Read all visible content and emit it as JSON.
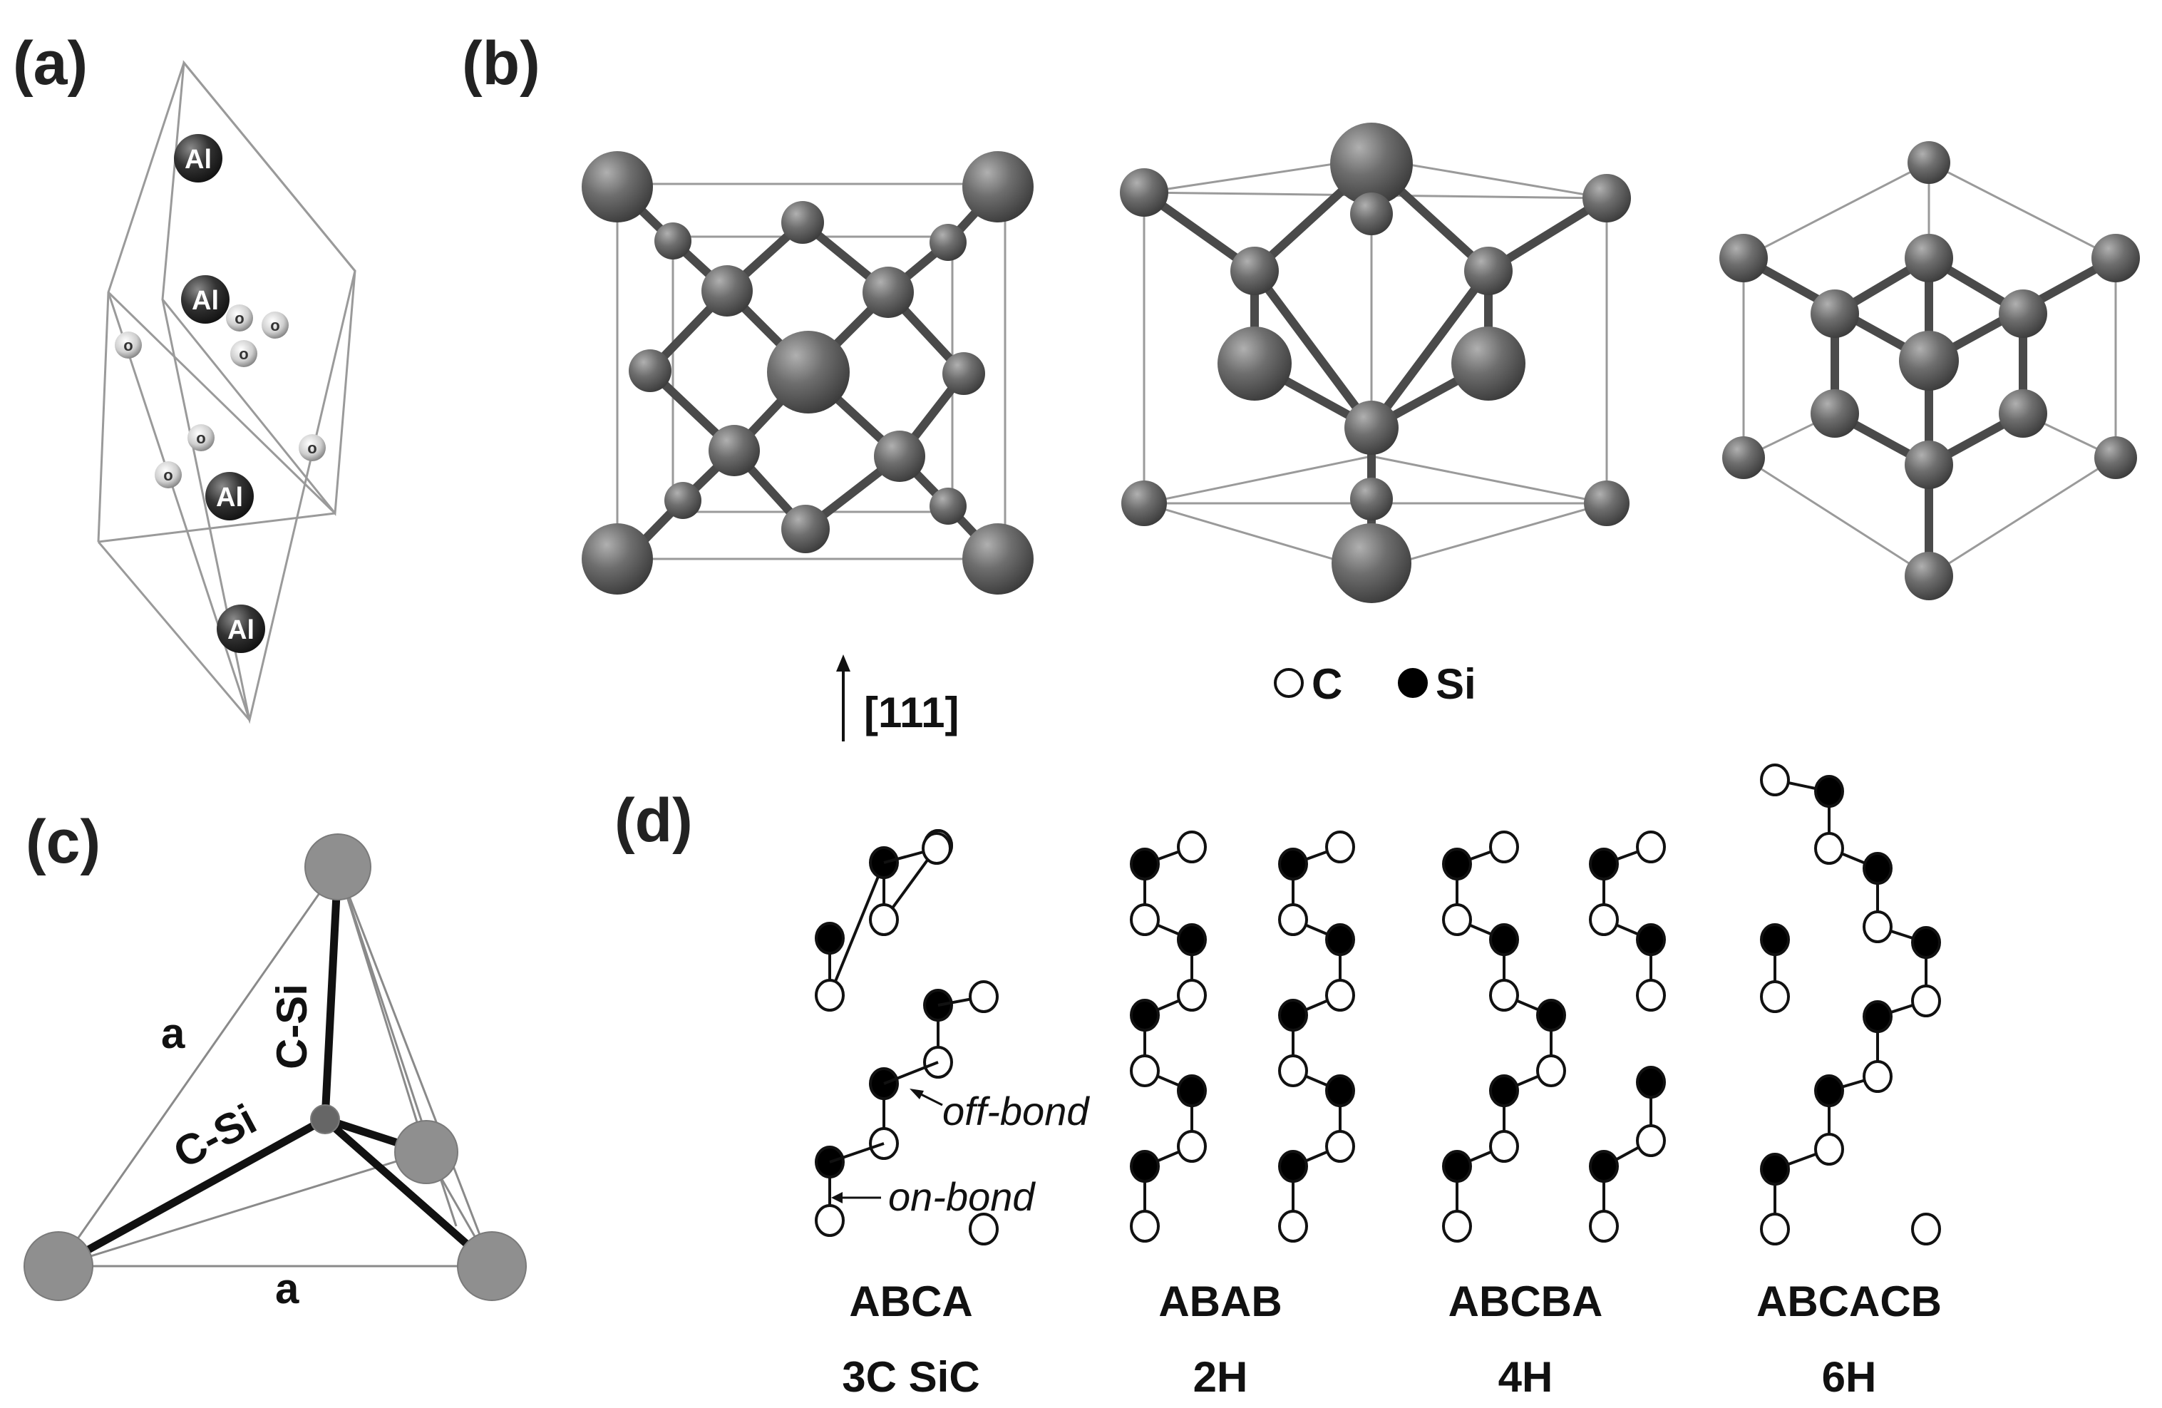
{
  "panels": {
    "a": {
      "label": "(a)",
      "atom_labels": [
        "Al",
        "Al",
        "Al",
        "Al"
      ],
      "oxygen_label": "o"
    },
    "b": {
      "label": "(b)",
      "direction": "[111]",
      "legend": [
        {
          "name": "C",
          "fill": "#ffffff"
        },
        {
          "name": "Si",
          "fill": "#000000"
        }
      ]
    },
    "c": {
      "label": "(c)",
      "bond_vertical": "C-Si",
      "bond_diagonal": "C-Si",
      "edge_left": "a",
      "edge_bottom": "a"
    },
    "d": {
      "label": "(d)",
      "off_bond": "off-bond",
      "on_bond": "on-bond",
      "polytypes": [
        {
          "stacking": "ABCA",
          "name": "3C SiC"
        },
        {
          "stacking": "ABAB",
          "name": "2H"
        },
        {
          "stacking": "ABCBA",
          "name": "4H"
        },
        {
          "stacking": "ABCACB",
          "name": "6H"
        }
      ]
    }
  },
  "colors": {
    "atom_gray": "#6b6b6b",
    "line": "#999999",
    "bond": "#4a4a4a",
    "si_fill": "#000000",
    "c_fill": "#ffffff"
  }
}
